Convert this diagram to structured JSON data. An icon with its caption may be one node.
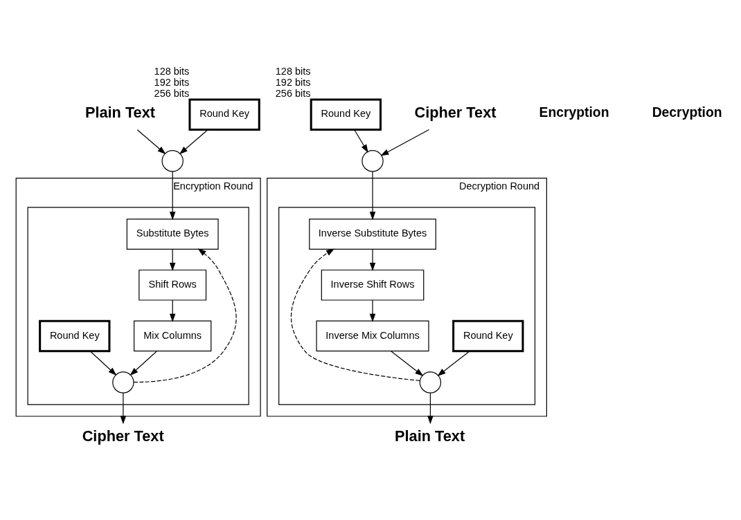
{
  "diagram": {
    "nodes": [
      {
        "text": [
          "Plain Text"
        ]
      },
      {
        "text": [],
        "shape": "circle"
      },
      {
        "text": [
          "Round Key"
        ],
        "beside": [
          "128 bits",
          "192 bits",
          "256 bits"
        ]
      },
      {
        "text": [
          "Encryption Round"
        ]
      },
      {
        "text": [],
        "shape": "box",
        "in": 3
      },
      {
        "text": [
          "Substitute Bytes"
        ],
        "in": 4
      },
      {
        "text": [
          "Shift Rows"
        ],
        "in": 4
      },
      {
        "text": [
          "Mix Columns"
        ],
        "in": 4
      },
      {
        "text": [
          "Round Key"
        ],
        "in": 4
      },
      {
        "text": [],
        "shape": "circle",
        "in": 4
      },
      {
        "text": [
          "Cipher Text"
        ]
      },
      {
        "text": [
          "Plain Text"
        ]
      },
      {
        "text": [
          "Decryption Round"
        ]
      },
      {
        "text": [],
        "shape": "box",
        "in": 12
      },
      {
        "text": [
          "Round Key"
        ],
        "in": 13
      },
      {
        "text": [],
        "shape": "circle",
        "in": 13
      },
      {
        "text": [
          "Inverse Mix Columns"
        ],
        "in": 13
      },
      {
        "text": [
          "Inverse Shift Rows"
        ],
        "in": 13
      },
      {
        "text": [
          "Inverse Substitute Bytes"
        ],
        "in": 13
      },
      {
        "text": [],
        "shape": "circle"
      },
      {
        "text": [
          "Round Key"
        ],
        "beside": [
          "128 bits",
          "192 bits",
          "256 bits"
        ]
      },
      {
        "text": [
          "Cipher Text"
        ]
      }
    ],
    "edges": [
      {
        "from": 0,
        "to": 1,
        "arrow": "to"
      },
      {
        "from": 2,
        "to": 1,
        "arrow": "to"
      },
      {
        "from": 1,
        "to": 5,
        "arrow": "to"
      },
      {
        "from": 5,
        "to": 6,
        "arrow": "to"
      },
      {
        "from": 6,
        "to": 7,
        "arrow": "to"
      },
      {
        "from": 7,
        "to": 9,
        "arrow": "to"
      },
      {
        "from": 8,
        "to": 9,
        "arrow": "to"
      },
      {
        "from": 9,
        "to": 10,
        "arrow": "to"
      },
      {
        "from": 9,
        "to": 5,
        "arrow": "to",
        "style": "dashed"
      },
      {
        "from": 21,
        "to": 19,
        "arrow": "to"
      },
      {
        "from": 20,
        "to": 19,
        "arrow": "to"
      },
      {
        "from": 19,
        "to": 18,
        "arrow": "to"
      },
      {
        "from": 18,
        "to": 17,
        "arrow": "to"
      },
      {
        "from": 17,
        "to": 16,
        "arrow": "to"
      },
      {
        "from": 16,
        "to": 15,
        "arrow": "to"
      },
      {
        "from": 14,
        "to": 15,
        "arrow": "to"
      },
      {
        "from": 15,
        "to": 11,
        "arrow": "to"
      },
      {
        "from": 15,
        "to": 18,
        "arrow": "to",
        "style": "dashed"
      }
    ],
    "labels": [
      "Encryption",
      "Decryption"
    ]
  }
}
